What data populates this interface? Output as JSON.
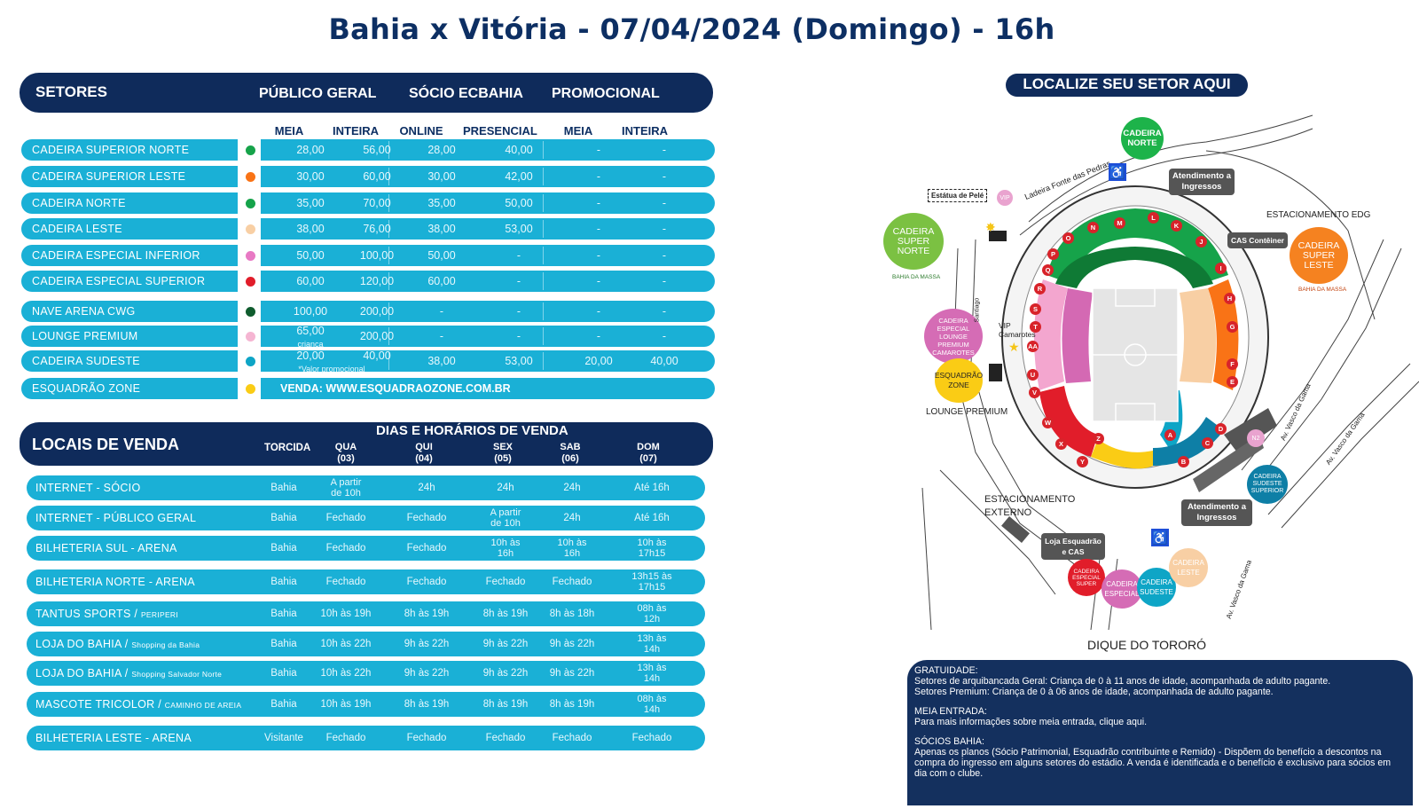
{
  "title": "Bahia x Vitória - 07/04/2024 (Domingo) - 16h",
  "setores": {
    "header": {
      "setores": "SETORES",
      "publico": "PÚBLICO GERAL",
      "socio": "SÓCIO ECBAHIA",
      "promo": "PROMOCIONAL"
    },
    "subheaders": [
      "MEIA",
      "INTEIRA",
      "ONLINE",
      "PRESENCIAL",
      "MEIA",
      "INTEIRA"
    ],
    "rows": [
      {
        "name": "CADEIRA SUPERIOR NORTE",
        "color": "#16a34a",
        "vals": [
          "28,00",
          "56,00",
          "28,00",
          "40,00",
          "-",
          "-"
        ]
      },
      {
        "name": "CADEIRA SUPERIOR LESTE",
        "color": "#f97316",
        "vals": [
          "30,00",
          "60,00",
          "30,00",
          "42,00",
          "-",
          "-"
        ]
      },
      {
        "name": "CADEIRA NORTE",
        "color": "#15a34a",
        "vals": [
          "35,00",
          "70,00",
          "35,00",
          "50,00",
          "-",
          "-"
        ]
      },
      {
        "name": "CADEIRA LESTE",
        "color": "#f8cfa4",
        "vals": [
          "38,00",
          "76,00",
          "38,00",
          "53,00",
          "-",
          "-"
        ]
      },
      {
        "name": "CADEIRA ESPECIAL INFERIOR",
        "color": "#e879c4",
        "vals": [
          "50,00",
          "100,00",
          "50,00",
          "-",
          "-",
          "-"
        ]
      },
      {
        "name": "CADEIRA ESPECIAL SUPERIOR",
        "color": "#e11d2a",
        "vals": [
          "60,00",
          "120,00",
          "60,00",
          "-",
          "-",
          "-"
        ]
      },
      {
        "name": "NAVE ARENA CWG",
        "color": "#0f5c2e",
        "vals": [
          "100,00",
          "200,00",
          "-",
          "-",
          "-",
          "-"
        ]
      },
      {
        "name": "LOUNGE PREMIUM",
        "color": "#f5b5d2",
        "vals": [
          "65,00",
          "200,00",
          "-",
          "-",
          "-",
          "-"
        ],
        "note0": "criança"
      },
      {
        "name": "CADEIRA SUDESTE",
        "color": "#0ea5c6",
        "vals": [
          "20,00",
          "40,00",
          "38,00",
          "53,00",
          "20,00",
          "40,00"
        ],
        "note": "*Valor promocional"
      }
    ],
    "esquadrao": {
      "name": "ESQUADRÃO ZONE",
      "color": "#facc15",
      "venda": "VENDA: WWW.ESQUADRAOZONE.COM.BR"
    }
  },
  "locais": {
    "header": {
      "title": "LOCAIS DE VENDA",
      "dias": "DIAS E HORÁRIOS DE VENDA",
      "torcida": "TORCIDA"
    },
    "days": [
      [
        "QUA",
        "(03)"
      ],
      [
        "QUI",
        "(04)"
      ],
      [
        "SEX",
        "(05)"
      ],
      [
        "SAB",
        "(06)"
      ],
      [
        "DOM",
        "(07)"
      ]
    ],
    "rows": [
      {
        "name": "INTERNET - SÓCIO",
        "sub": "",
        "torcida": "Bahia",
        "vals": [
          "A partir|de 10h",
          "24h",
          "24h",
          "24h",
          "Até 16h"
        ]
      },
      {
        "name": "INTERNET - PÚBLICO GERAL",
        "sub": "",
        "torcida": "Bahia",
        "vals": [
          "Fechado",
          "Fechado",
          "A partir|de 10h",
          "24h",
          "Até 16h"
        ]
      },
      {
        "name": "BILHETERIA SUL - ARENA",
        "sub": "",
        "torcida": "Bahia",
        "vals": [
          "Fechado",
          "Fechado",
          "10h às|16h",
          "10h às|16h",
          "10h às|17h15"
        ]
      },
      {
        "name": "BILHETERIA NORTE - ARENA",
        "sub": "",
        "torcida": "Bahia",
        "vals": [
          "Fechado",
          "Fechado",
          "Fechado",
          "Fechado",
          "13h15 às|17h15"
        ]
      },
      {
        "name": "TANTUS SPORTS /",
        "sub": "PERIPERI",
        "torcida": "Bahia",
        "vals": [
          "10h às 19h",
          "8h às 19h",
          "8h às 19h",
          "8h às 18h",
          "08h às|12h"
        ]
      },
      {
        "name": "LOJA DO BAHIA /",
        "sub": "Shopping da Bahia",
        "torcida": "Bahia",
        "vals": [
          "10h às 22h",
          "9h às 22h",
          "9h às 22h",
          "9h às 22h",
          "13h às|14h"
        ]
      },
      {
        "name": "LOJA DO BAHIA /",
        "sub": "Shopping Salvador Norte",
        "torcida": "Bahia",
        "vals": [
          "10h às 22h",
          "9h às 22h",
          "9h às 22h",
          "9h às 22h",
          "13h às|14h"
        ]
      },
      {
        "name": "MASCOTE TRICOLOR /",
        "sub": "CAMINHO DE AREIA",
        "torcida": "Bahia",
        "vals": [
          "10h às 19h",
          "8h às 19h",
          "8h às 19h",
          "8h às 19h",
          "08h às|14h"
        ]
      },
      {
        "name": "BILHETERIA LESTE - ARENA",
        "sub": "",
        "torcida": "Visitante",
        "vals": [
          "Fechado",
          "Fechado",
          "Fechado",
          "Fechado",
          "Fechado"
        ]
      }
    ]
  },
  "map": {
    "pill": "LOCALIZE SEU SETOR AQUI",
    "labels": {
      "cad_norte": "CADEIRA NORTE",
      "super_norte": "CADEIRA SUPER NORTE",
      "super_leste": "CADEIRA SUPER LESTE",
      "bahia_massa": "BAHIA DA MASSA",
      "especial_lounge": "CADEIRA ESPECIAL LOUNGE PREMIUM CAMAROTES",
      "esq_zone": "ESQUADRÃO ZONE",
      "lounge_premium": "LOUNGE PREMIUM",
      "vip": "VIP",
      "vip_cam": "VIP Camarotes",
      "estatua": "Estátua de Pelé",
      "ladeira": "Ladeira Fonte das Pedras",
      "santiago": "Santiago",
      "atend1": "Atendimento a Ingressos",
      "atend2": "Atendimento a Ingressos",
      "cas": "CAS Contêiner",
      "estac_edg": "ESTACIONAMENTO EDG",
      "estac_ext": "ESTACIONAMENTO EXTERNO",
      "loja_esq": "Loja Esquadrão e CAS",
      "dique": "DIQUE DO TORORÓ",
      "vasco1": "Av. Vasco da Gama",
      "vasco2": "Av. Vasco da Gama",
      "vasco3": "Av. Vasco da Gama",
      "n2": "N2",
      "sudeste_sup": "CADEIRA SUDESTE SUPERIOR",
      "esp_super": "CADEIRA ESPECIAL SUPER",
      "especial": "CADEIRA ESPECIAL",
      "sudeste": "CADEIRA SUDESTE",
      "leste": "CADEIRA LESTE"
    },
    "letters": [
      "A",
      "B",
      "C",
      "D",
      "E",
      "F",
      "G",
      "H",
      "I",
      "J",
      "K",
      "L",
      "M",
      "N",
      "O",
      "P",
      "Q",
      "R",
      "S",
      "T",
      "AA",
      "U",
      "V",
      "W",
      "X",
      "Y",
      "Z"
    ]
  },
  "info": {
    "gratuidade_t": "GRATUIDADE:",
    "gratuidade_1": "Setores de arquibancada Geral: Criança de 0  à 11 anos de idade, acompanhada de adulto pagante.",
    "gratuidade_2": "Setores Premium: Criança de 0 à 06 anos de idade, acompanhada de adulto pagante.",
    "meia_t": "MEIA ENTRADA:",
    "meia_1": "Para mais informações sobre meia entrada, clique aqui.",
    "socios_t": "SÓCIOS BAHIA:",
    "socios_1": "Apenas os planos (Sócio Patrimonial, Esquadrão contribuinte e Remido) - Dispõem do benefício a descontos  na compra do ingresso em alguns setores do estádio. A venda é identificada e o benefício é exclusivo para sócios em dia com o clube."
  }
}
